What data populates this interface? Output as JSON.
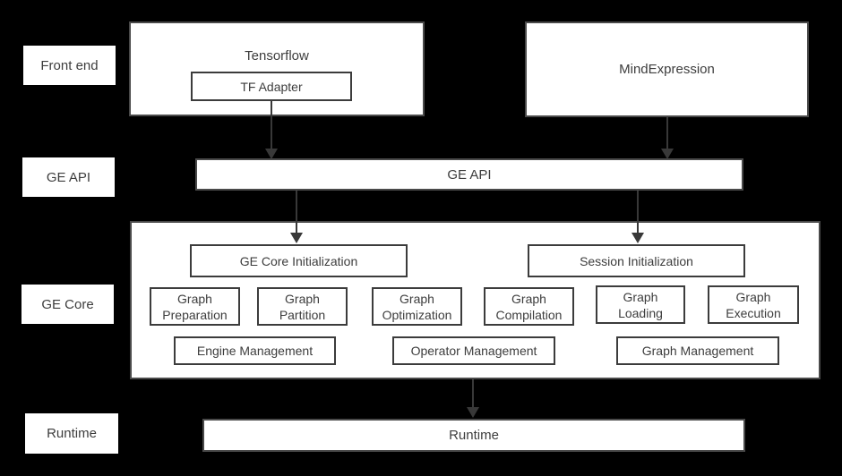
{
  "layer_labels": {
    "front_end": "Front end",
    "ge_api": "GE API",
    "ge_core": "GE Core",
    "runtime": "Runtime"
  },
  "front_end": {
    "tensorflow_title": "Tensorflow",
    "tf_adapter": "TF Adapter",
    "mind_expression": "MindExpression"
  },
  "ge_api_bar": {
    "label": "GE API"
  },
  "ge_core": {
    "init_left": "GE Core Initialization",
    "init_right": "Session Initialization",
    "stages": [
      {
        "word1": "Graph",
        "word2": "Preparation"
      },
      {
        "word1": "Graph",
        "word2": "Partition"
      },
      {
        "word1": "Graph",
        "word2": "Optimization"
      },
      {
        "word1": "Graph",
        "word2": "Compilation"
      },
      {
        "word1": "Graph",
        "word2": "Loading"
      },
      {
        "word1": "Graph",
        "word2": "Execution"
      }
    ],
    "management": [
      "Engine Management",
      "Operator Management",
      "Graph Management"
    ]
  },
  "runtime_bar": {
    "label": "Runtime"
  },
  "colors": {
    "background": "#000000",
    "box_fill": "#ffffff",
    "outer_border": "#4a4a4a",
    "inner_border": "#3c3c3c",
    "text": "#3d3d3d",
    "arrow": "#383838"
  }
}
